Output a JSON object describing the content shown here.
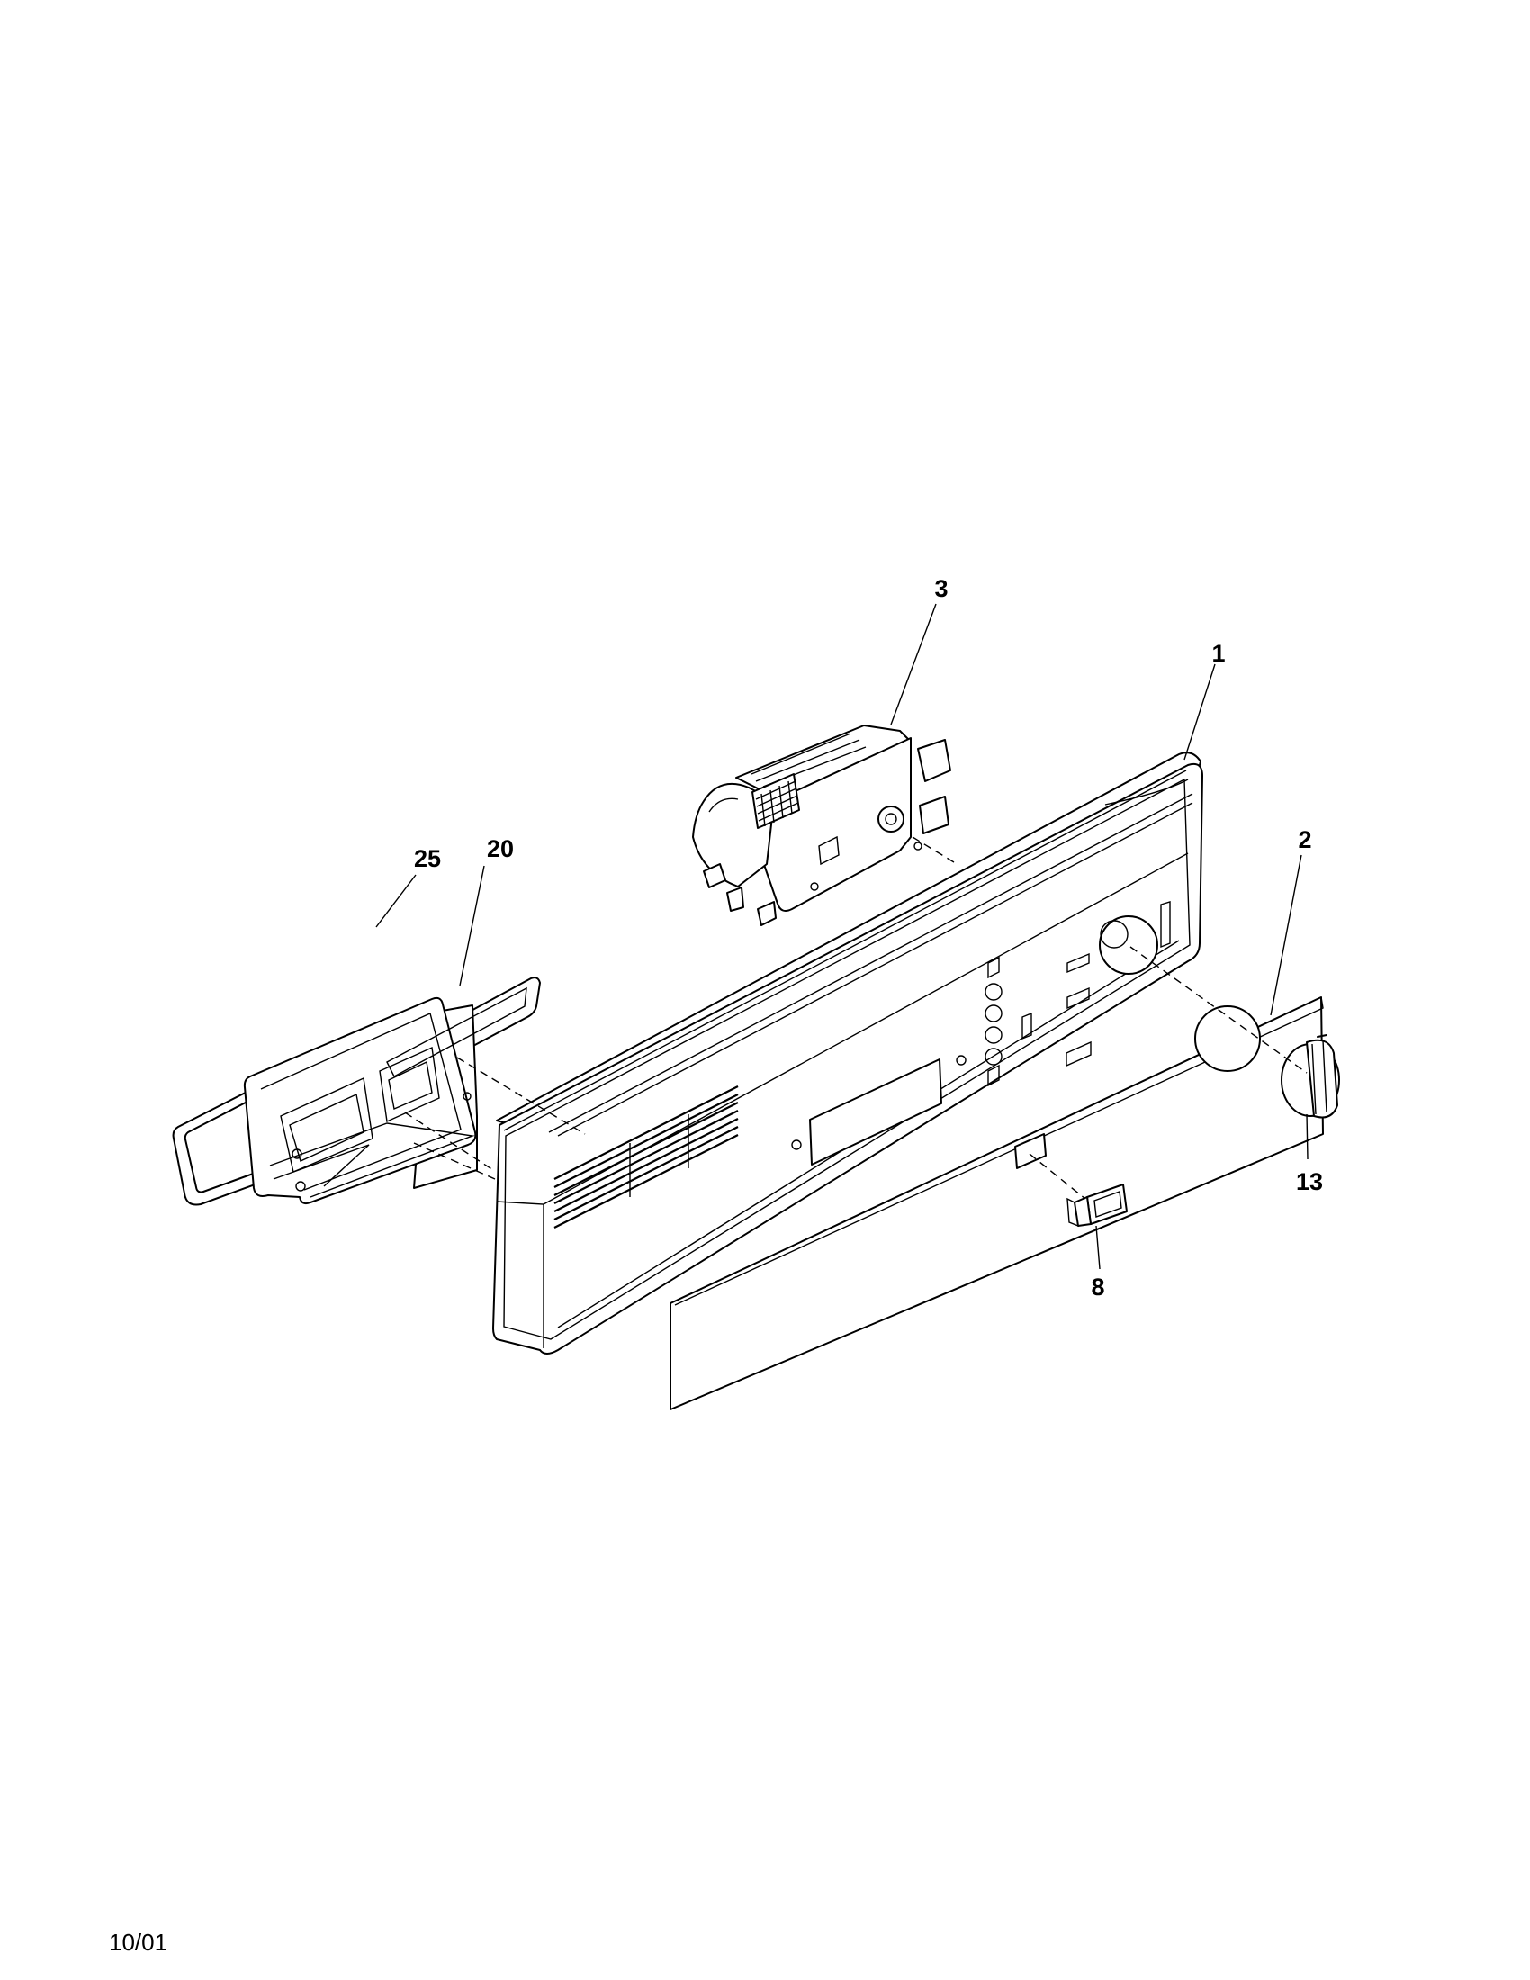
{
  "parts": {
    "p1": "1",
    "p2": "2",
    "p3": "3",
    "p8": "8",
    "p13": "13",
    "p20": "20",
    "p25": "25"
  },
  "footer": {
    "date": "10/01"
  }
}
